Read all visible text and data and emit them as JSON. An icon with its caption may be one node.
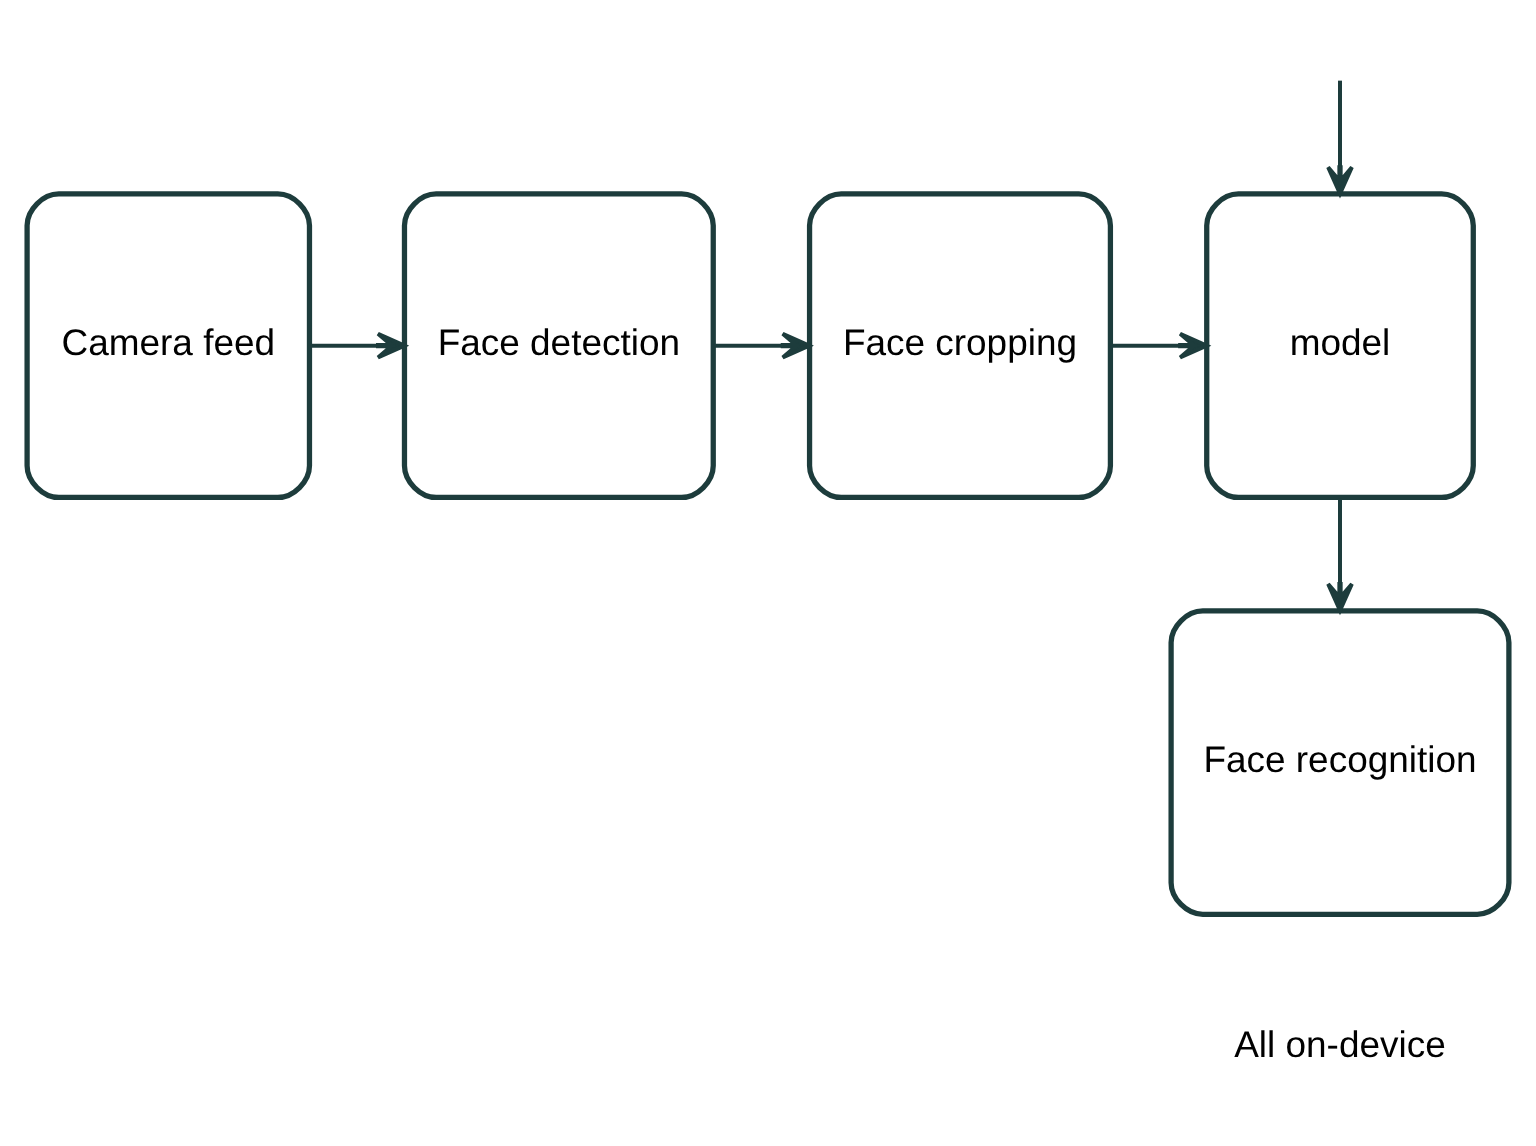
{
  "diagram": {
    "nodes": [
      {
        "text": [
          "Camera feed"
        ]
      },
      {
        "text": [
          "Face detection"
        ]
      },
      {
        "text": [
          "Face cropping"
        ]
      },
      {
        "text": [
          "model"
        ]
      },
      {
        "text": [
          "Face recognition"
        ],
        "beside": [
          "All on-device"
        ]
      }
    ],
    "edges": [
      {
        "from": 0,
        "to": 1,
        "arrow": "to"
      },
      {
        "from": 1,
        "to": 2,
        "arrow": "to"
      },
      {
        "from": 2,
        "to": 3,
        "arrow": "to"
      },
      {
        "from": 3,
        "to": 4,
        "arrow": "to"
      },
      {
        "from": null,
        "to": 3,
        "arrow": "to"
      }
    ]
  }
}
